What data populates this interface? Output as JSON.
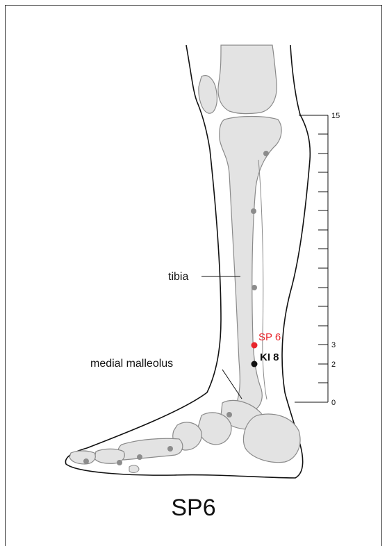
{
  "labels": {
    "tibia": "tibia",
    "medial_malleolus": "medial malleolus",
    "sp6": "SP 6",
    "ki8": "KI 8"
  },
  "scale": {
    "top": "15",
    "mark_3": "3",
    "mark_2": "2",
    "bottom": "0"
  },
  "caption": "SP6",
  "colors": {
    "sp6_point": "#e8262c",
    "ki8_point": "#111111",
    "bone_fill": "#e3e3e3",
    "bone_outline": "#8a8a8a",
    "minor_points": "#8c8c8c"
  }
}
